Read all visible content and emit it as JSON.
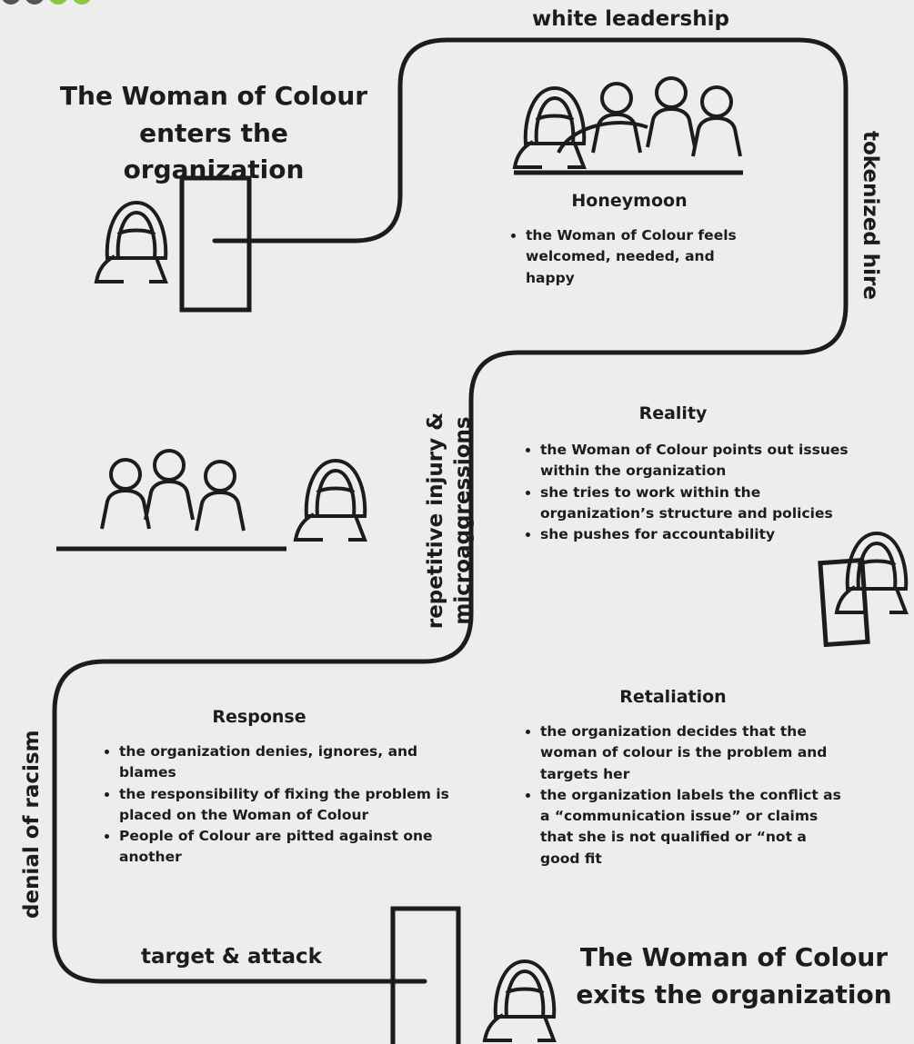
{
  "labels": {
    "enter": "The Woman of Colour enters the organization",
    "exit": "The Woman of Colour exits the organization",
    "white_leadership": "white leadership",
    "tokenized_hire": "tokenized hire",
    "repetitive_1": "repetitive injury &",
    "repetitive_2": "microaggressions",
    "denial": "denial of racism",
    "target": "target & attack"
  },
  "stages": {
    "honeymoon": {
      "title": "Honeymoon",
      "items": [
        "the Woman of Colour feels welcomed, needed, and happy"
      ]
    },
    "reality": {
      "title": "Reality",
      "items": [
        "the Woman of Colour points out issues within the organization",
        "she tries to work within the organization’s structure and policies",
        "she pushes for accountability"
      ]
    },
    "response": {
      "title": "Response",
      "items": [
        "the organization denies, ignores, and blames",
        "the responsibility of fixing the problem is placed on the Woman of Colour",
        "People of Colour are pitted against one another"
      ]
    },
    "retaliation": {
      "title": "Retaliation",
      "items": [
        "the organization decides that the woman of colour is the problem and targets her",
        "the organization labels the conflict as a “communication issue” or claims that she is not qualified or “not a good fit"
      ]
    }
  },
  "colors": {
    "ink": "#1c1c1c",
    "background": "#ededeb",
    "logo_gray": "#555555",
    "logo_green": "#8dc63f"
  }
}
